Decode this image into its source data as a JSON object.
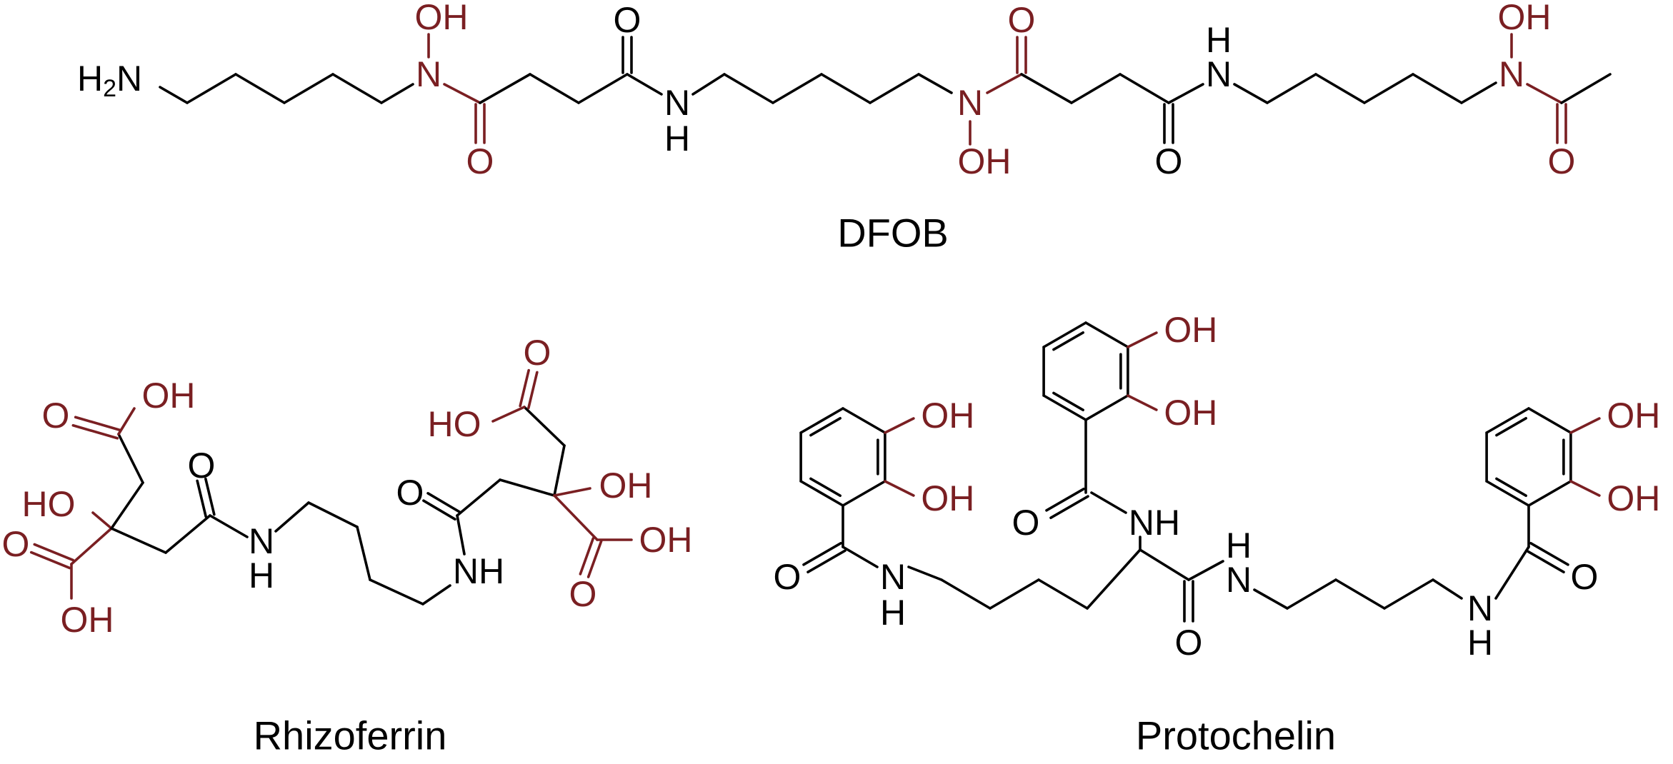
{
  "colors": {
    "black": "#000000",
    "red": "#7a1f22"
  },
  "labels": {
    "h2n_main": "H",
    "h2n_sub": "2",
    "h2n_n": "N",
    "n": "N",
    "o": "O",
    "oh": "OH",
    "ho": "HO",
    "h": "H",
    "nh": "NH"
  },
  "captions": {
    "dfob": "DFOB",
    "rhizoferrin": "Rhizoferrin",
    "protochelin": "Protochelin"
  }
}
